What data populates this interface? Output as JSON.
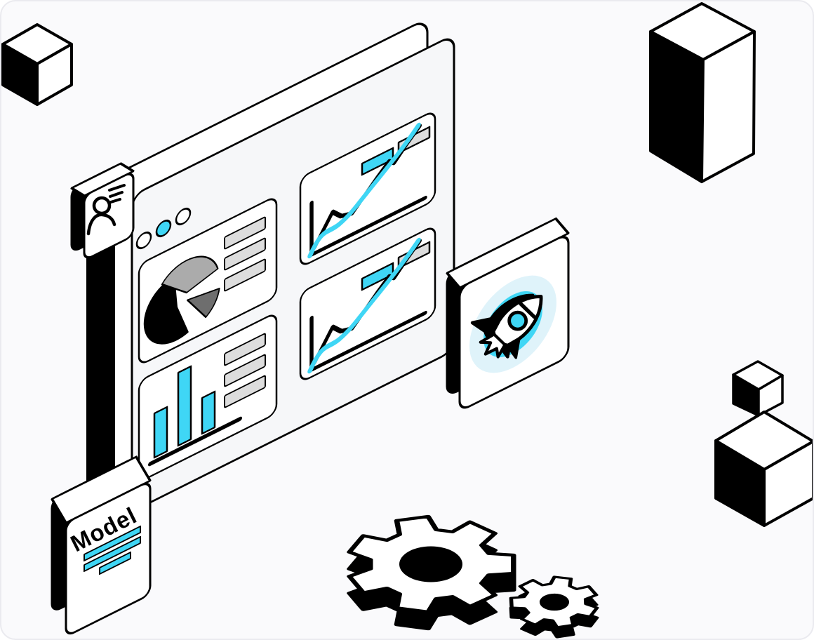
{
  "colors": {
    "bg": "#FAFAFC",
    "border": "#EAEAEF",
    "ink": "#000000",
    "paper": "#FFFFFF",
    "face": "#F6F7F9",
    "cyan": "#3FD6F5",
    "halo": "#DFF3FA",
    "graybar": "#DDDDDD",
    "pielight": "#ABABAB",
    "piedark": "#6E6E6E"
  },
  "scene": {
    "description": "Isometric illustration of an analytics dashboard window with a user profile badge, a Model tag card, a rocket badge, two gears and decorative cubes",
    "window": {
      "traffic_dots": [
        {
          "index": 1,
          "color": "white"
        },
        {
          "index": 2,
          "color": "cyan"
        },
        {
          "index": 3,
          "color": "white"
        }
      ],
      "pie_card": {
        "type": "pie",
        "slices": [
          {
            "color": "black",
            "approx_pct": 55
          },
          {
            "color": "light-gray",
            "approx_pct": 32
          },
          {
            "color": "dark-gray",
            "approx_pct": 13
          }
        ],
        "text_lines": 3
      },
      "bar_card": {
        "type": "bar",
        "bar_color": "cyan",
        "bars_relative": [
          0.6,
          1.0,
          0.5
        ],
        "text_lines": 3
      },
      "line_cards": [
        {
          "type": "line",
          "badges": [
            "cyan",
            "gray"
          ],
          "series": [
            "black zigzag",
            "cyan smooth"
          ],
          "trend": "rising"
        },
        {
          "type": "line",
          "badges": [
            "cyan",
            "gray"
          ],
          "series": [
            "black zigzag",
            "cyan smooth"
          ],
          "trend": "rising"
        }
      ]
    },
    "user_card": {
      "icon": "user-profile-icon",
      "speed_lines": 3
    },
    "model_card": {
      "label": "Model",
      "underline_count": 3,
      "underline_color": "cyan"
    },
    "rocket_card": {
      "icon": "rocket-icon",
      "halo_color": "light-cyan"
    },
    "decor": {
      "gears": [
        "large",
        "small"
      ],
      "cubes": [
        "top-left",
        "bottom-right-small",
        "bottom-right-large"
      ],
      "tall_box": "top-right"
    }
  }
}
